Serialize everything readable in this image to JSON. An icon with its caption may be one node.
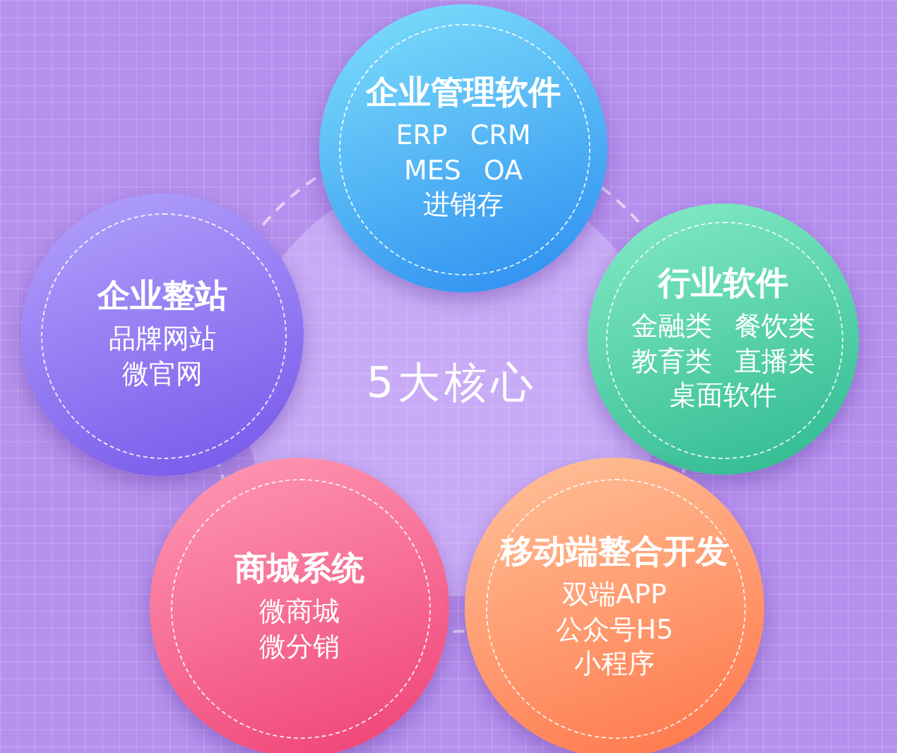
{
  "diagram": {
    "nodes": [
      {
        "text": [
          "企业管理软件",
          "ERP CRM",
          "MES OA",
          "进销存"
        ]
      },
      {
        "text": [
          "企业整站",
          "品牌网站",
          "微官网"
        ]
      },
      {
        "text": [
          "行业软件",
          "金融类 餐饮类",
          "教育类 直播类",
          "桌面软件"
        ]
      },
      {
        "text": [
          "5大核心"
        ]
      },
      {
        "text": [
          "商城系统",
          "微商城",
          "微分销"
        ]
      },
      {
        "text": [
          "移动端整合开发",
          "双端APP",
          "公众号H5",
          "小程序"
        ]
      }
    ]
  }
}
